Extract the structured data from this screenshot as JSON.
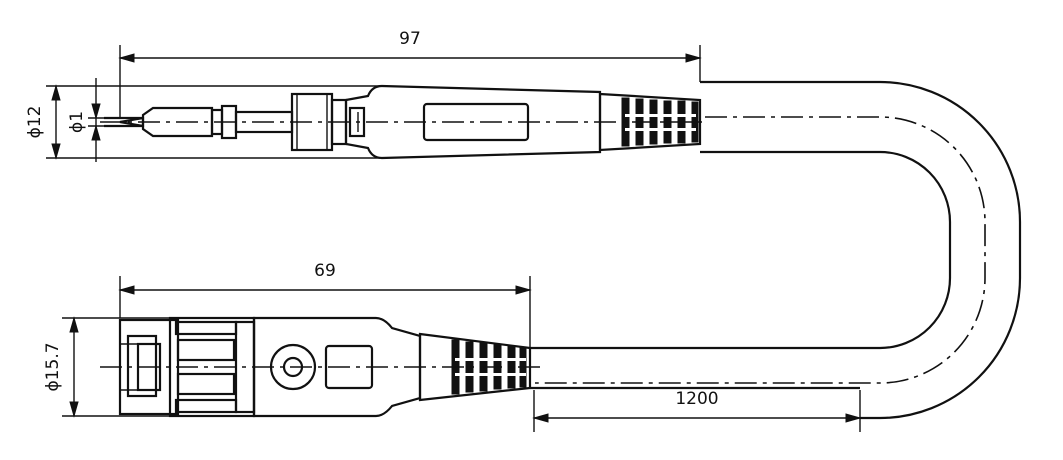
{
  "dimensions": {
    "probe_length": "97",
    "plug_length": "69",
    "cable_length": "1200",
    "probe_diameter": "ϕ12",
    "tip_diameter": "ϕ1",
    "plug_diameter": "ϕ15.7"
  }
}
